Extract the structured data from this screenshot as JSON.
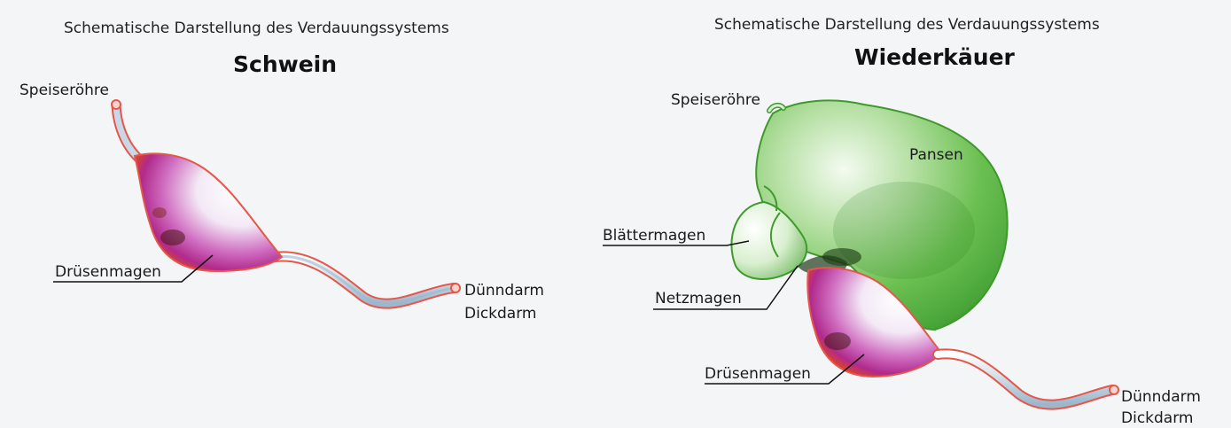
{
  "left": {
    "subtitle": "Schematische Darstellung des Verdauungssystems",
    "title": "Schwein",
    "labels": {
      "esophagus": "Speiseröhre",
      "glandular_stomach": "Drüsenmagen",
      "small_intestine": "Dünndarm",
      "large_intestine": "Dickdarm"
    }
  },
  "right": {
    "subtitle": "Schematische Darstellung des Verdauungssystems",
    "title": "Wiederkäuer",
    "labels": {
      "esophagus": "Speiseröhre",
      "rumen": "Pansen",
      "omasum": "Blättermagen",
      "reticulum": "Netzmagen",
      "glandular_stomach": "Drüsenmagen",
      "small_intestine": "Dünndarm",
      "large_intestine": "Dickdarm"
    }
  },
  "colors": {
    "outline_red": "#e4574a",
    "stomach_purple": "#b8388f",
    "stomach_orange": "#e2461b",
    "rumen_green": "#5bb846",
    "rumen_outline": "#3e9a2c",
    "tube_blue": "#8aa9c4"
  }
}
